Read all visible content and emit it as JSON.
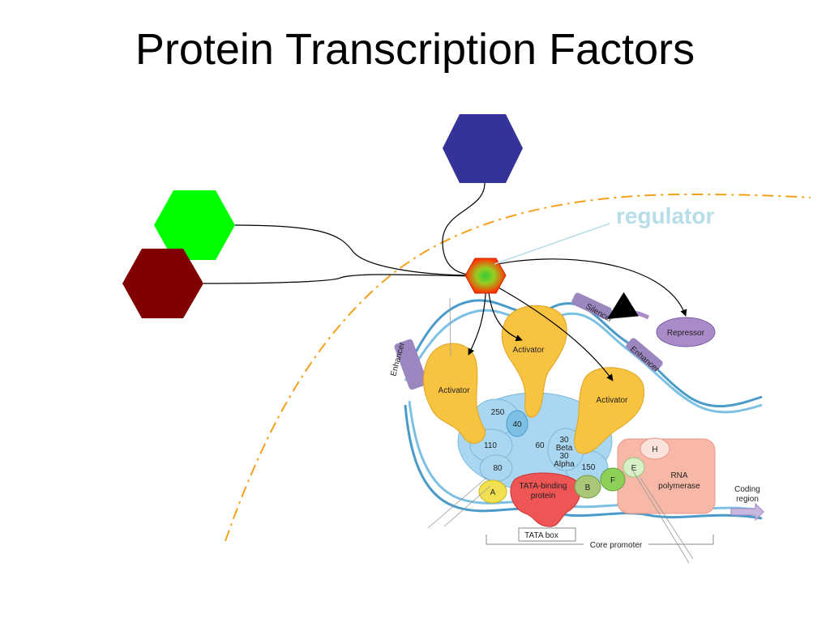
{
  "title": "Protein Transcription Factors",
  "regulator_label": "regulator",
  "colors": {
    "hex_blue": "#333399",
    "hex_green": "#00ff00",
    "hex_maroon": "#800000",
    "regulator_fill": "#ff3300",
    "regulator_core": "#33cc33",
    "curve": "#f5a01a",
    "regulator_text": "#b7dde8",
    "activator": "#f7c340",
    "complex": "#a9d6f0",
    "tata_protein": "#ee5555",
    "polymerase": "#f7b8a8",
    "repressor": "#a98bc8",
    "dna": "#4a9bc9"
  },
  "figure": {
    "activator_left": "Activator",
    "activator_center": "Activator",
    "activator_right": "Activator",
    "repressor": "Repressor",
    "silencer": "Silencer",
    "enhancer_left": "Enhancer",
    "enhancer_right": "Enhancer",
    "tf_250": "250",
    "tf_40": "40",
    "tf_110": "110",
    "tf_60": "60",
    "tf_30_beta": "30",
    "tf_beta": "Beta",
    "tf_30_alpha": "30",
    "tf_alpha": "Alpha",
    "tf_150": "150",
    "tf_80": "80",
    "tf_a": "A",
    "tata_line1": "TATA-binding",
    "tata_line2": "protein",
    "tf_b": "B",
    "tf_f": "F",
    "tf_e": "E",
    "tf_h": "H",
    "rna_line1": "RNA",
    "rna_line2": "polymerase",
    "coding_line1": "Coding",
    "coding_line2": "region",
    "tata_box": "TATA box",
    "core_promoter": "Core promoter"
  }
}
